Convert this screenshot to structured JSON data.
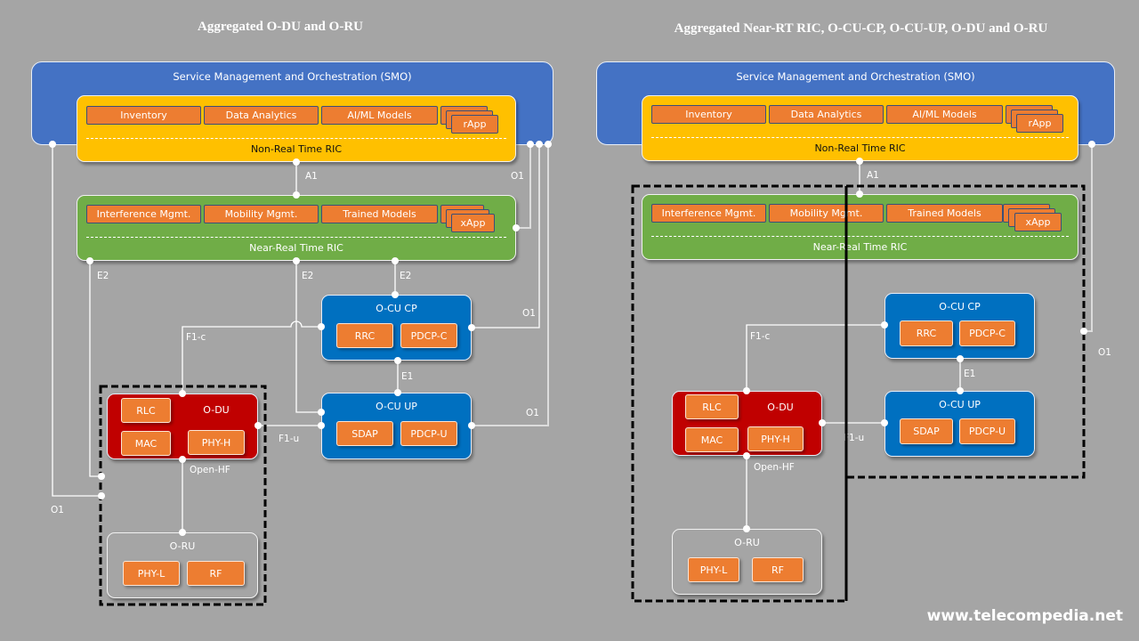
{
  "left": {
    "title": "Aggregated O-DU and O-RU",
    "smo": {
      "label": "Service Management  and Orchestration (SMO)"
    },
    "non_rt_ric": {
      "label": "Non-Real Time RIC",
      "apps": [
        "Inventory",
        "Data Analytics",
        "AI/ML Models"
      ],
      "stack_app": "rApp"
    },
    "near_rt_ric": {
      "label": "Near-Real Time RIC",
      "apps": [
        "Interference Mgmt.",
        "Mobility Mgmt.",
        "Trained Models"
      ],
      "stack_app": "xApp"
    },
    "o_cu_cp": {
      "label": "O-CU CP",
      "functions": [
        "RRC",
        "PDCP-C"
      ]
    },
    "o_cu_up": {
      "label": "O-CU UP",
      "functions": [
        "SDAP",
        "PDCP-U"
      ]
    },
    "o_du": {
      "label": "O-DU",
      "functions": [
        "RLC",
        "MAC",
        "PHY-H"
      ]
    },
    "o_ru": {
      "label": "O-RU",
      "functions": [
        "PHY-L",
        "RF"
      ]
    },
    "interfaces": {
      "a1": "A1",
      "o1_top": "O1",
      "o1_cp": "O1",
      "o1_up": "O1",
      "o1_left": "O1",
      "e2_left": "E2",
      "e2_mid": "E2",
      "e2_right": "E2",
      "f1c": "F1-c",
      "f1u": "F1-u",
      "e1": "E1",
      "open_hf": "Open-HF"
    }
  },
  "right": {
    "title": "Aggregated Near-RT RIC, O-CU-CP, O-CU-UP, O-DU and O-RU",
    "smo": {
      "label": "Service Management  and Orchestration (SMO)"
    },
    "non_rt_ric": {
      "label": "Non-Real Time RIC",
      "apps": [
        "Inventory",
        "Data Analytics",
        "AI/ML Models"
      ],
      "stack_app": "rApp"
    },
    "near_rt_ric": {
      "label": "Near-Real Time RIC",
      "apps": [
        "Interference Mgmt.",
        "Mobility Mgmt.",
        "Trained Models"
      ],
      "stack_app": "xApp"
    },
    "o_cu_cp": {
      "label": "O-CU CP",
      "functions": [
        "RRC",
        "PDCP-C"
      ]
    },
    "o_cu_up": {
      "label": "O-CU UP",
      "functions": [
        "SDAP",
        "PDCP-U"
      ]
    },
    "o_du": {
      "label": "O-DU",
      "functions": [
        "RLC",
        "MAC",
        "PHY-H"
      ]
    },
    "o_ru": {
      "label": "O-RU",
      "functions": [
        "PHY-L",
        "RF"
      ]
    },
    "interfaces": {
      "a1": "A1",
      "o1": "O1",
      "f1c": "F1-c",
      "f1u": "F1-u",
      "e1": "E1",
      "open_hf": "Open-HF"
    }
  },
  "watermark": "www.telecompedia.net",
  "colors": {
    "background": "#a5a5a5",
    "smo": "#4472c4",
    "non_rt_ric": "#ffc000",
    "near_rt_ric": "#70ad47",
    "o_cu": "#0070c0",
    "o_du": "#c00000",
    "function_block": "#ed7d31"
  }
}
